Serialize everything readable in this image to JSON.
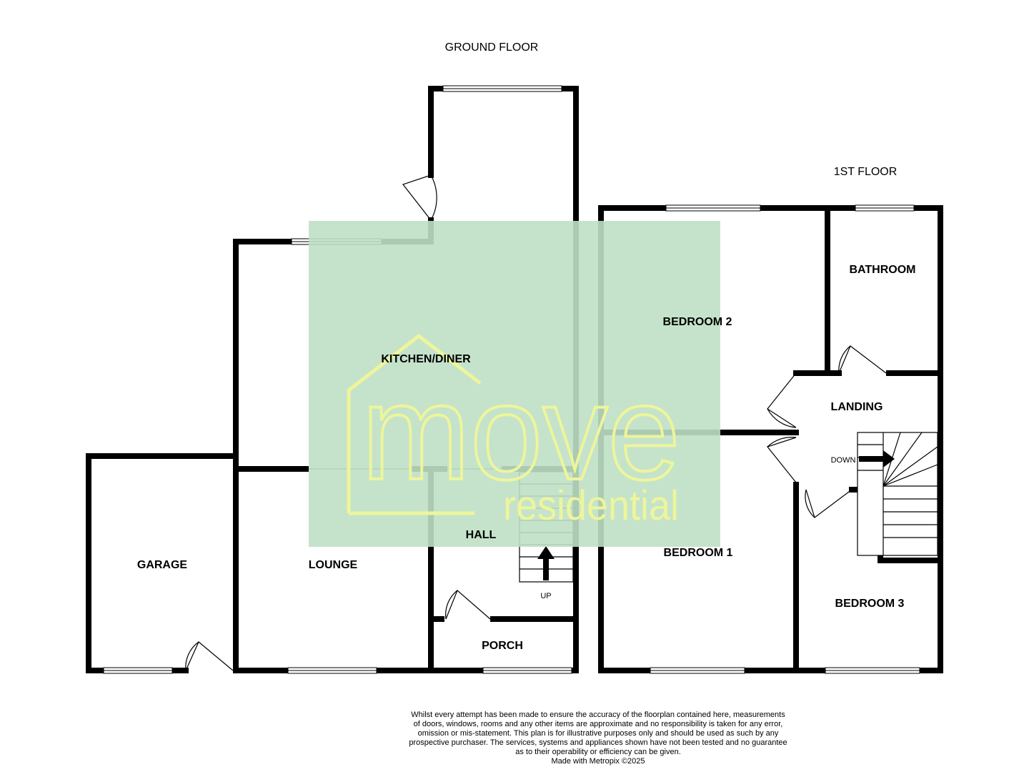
{
  "floors": {
    "ground": {
      "title": "GROUND FLOOR",
      "rooms": {
        "kitchen_diner": "KITCHEN/DINER",
        "hall": "HALL",
        "garage": "GARAGE",
        "lounge": "LOUNGE",
        "porch": "PORCH"
      },
      "stairs_label": "UP"
    },
    "first": {
      "title": "1ST FLOOR",
      "rooms": {
        "bedroom_2": "BEDROOM 2",
        "bathroom": "BATHROOM",
        "landing": "LANDING",
        "bedroom_1": "BEDROOM 1",
        "bedroom_3": "BEDROOM 3"
      },
      "stairs_label": "DOWN"
    }
  },
  "watermark": {
    "brand": "move",
    "sub": "residential",
    "overlay_color": "#bfe0c5",
    "text_color": "#eef59a"
  },
  "disclaimer": {
    "lines": [
      "Whilst every attempt has been made to ensure the accuracy of the floorplan contained here, measurements",
      "of doors, windows, rooms and any other items are approximate and no responsibility is taken for any error,",
      "omission or mis-statement. This plan is for illustrative purposes only and should be used as such by any",
      "prospective purchaser. The services, systems and appliances shown have not been tested and no guarantee",
      "as to their operability or efficiency can be given."
    ],
    "credit": "Made with Metropix ©2025"
  }
}
